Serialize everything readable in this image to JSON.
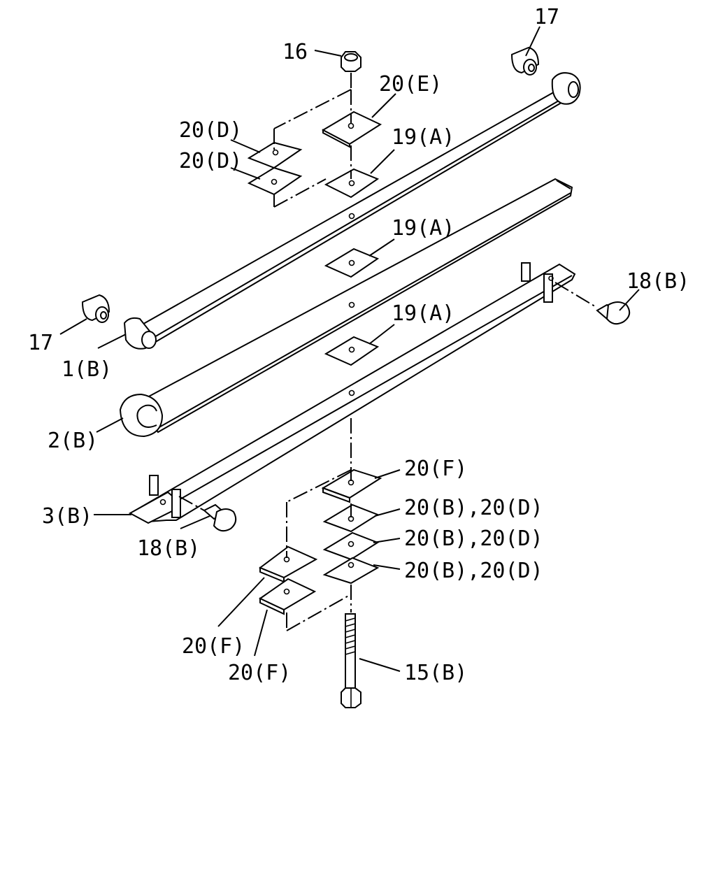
{
  "labels": {
    "l17_top": "17",
    "l16": "16",
    "l20e": "20(E)",
    "l20d_1": "20(D)",
    "l20d_2": "20(D)",
    "l19a_1": "19(A)",
    "l19a_2": "19(A)",
    "l19a_3": "19(A)",
    "l18b_right": "18(B)",
    "l17_left": "17",
    "l1b": "1(B)",
    "l2b": "2(B)",
    "l3b": "3(B)",
    "l18b_left": "18(B)",
    "l20f_1": "20(F)",
    "l20bd_1": "20(B),20(D)",
    "l20bd_2": "20(B),20(D)",
    "l20bd_3": "20(B),20(D)",
    "l20f_2": "20(F)",
    "l20f_3": "20(F)",
    "l15b": "15(B)"
  }
}
